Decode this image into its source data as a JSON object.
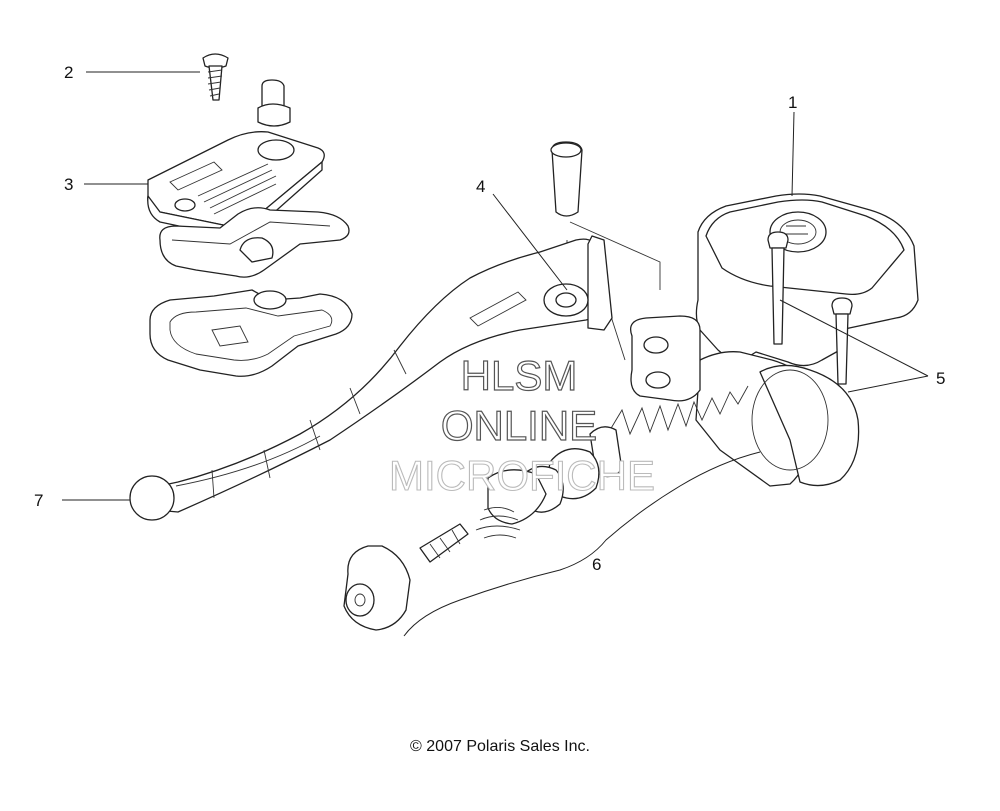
{
  "callouts": {
    "c1": "1",
    "c2": "2",
    "c3": "3",
    "c4": "4",
    "c5": "5",
    "c6": "6",
    "c7": "7"
  },
  "watermark": {
    "line1": "HLSM",
    "line2": "ONLINE",
    "line3": "MICROFICHE"
  },
  "copyright": "© 2007 Polaris Sales Inc."
}
